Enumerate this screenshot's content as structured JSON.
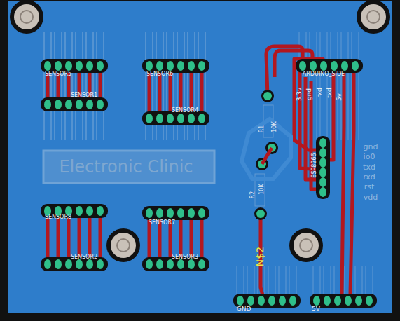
{
  "diagram": {
    "labels": [
      "SENSOR5",
      "SENSOR1",
      "SENSOR6",
      "SENSOR4",
      "Electronic Clinic",
      "SENSOR8",
      "SENSOR2",
      "SENSOR7",
      "SENSOR3",
      "ARDUINO_SIDE",
      "3.3v",
      "gnd",
      "rxd",
      "txd",
      "5v",
      "ESP8266",
      "gnd",
      "io0",
      "txd",
      "rxd",
      "rst",
      "vdd",
      "R1",
      "10K",
      "R2",
      "10K",
      "N$2",
      "GND",
      "5V"
    ]
  }
}
